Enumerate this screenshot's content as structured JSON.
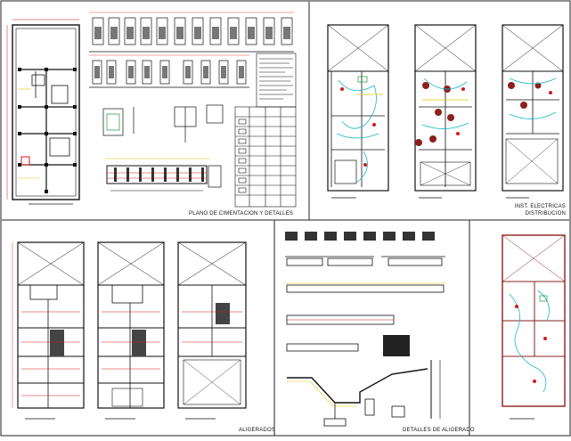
{
  "sheet": {
    "panels": [
      {
        "id": "cimentacion",
        "title": "PLANO DE CIMENTACION Y DETALLES"
      },
      {
        "id": "electricas",
        "title_line1": "INST. ELECTRICAS",
        "title_line2": "DISTRIBUCION"
      },
      {
        "id": "aligerados",
        "title": "ALIGERADOS"
      },
      {
        "id": "detalles",
        "title": "DETALLES DE ALIGERADO"
      },
      {
        "id": "plano-extra",
        "title": ""
      }
    ]
  },
  "colors": {
    "line": "#111111",
    "red": "#d41818",
    "yellow": "#e6c200",
    "cyan": "#18b8c8",
    "green": "#1a9a3a",
    "magenta": "#b01a8a",
    "darkred": "#8a2020",
    "blue": "#2040c0"
  }
}
